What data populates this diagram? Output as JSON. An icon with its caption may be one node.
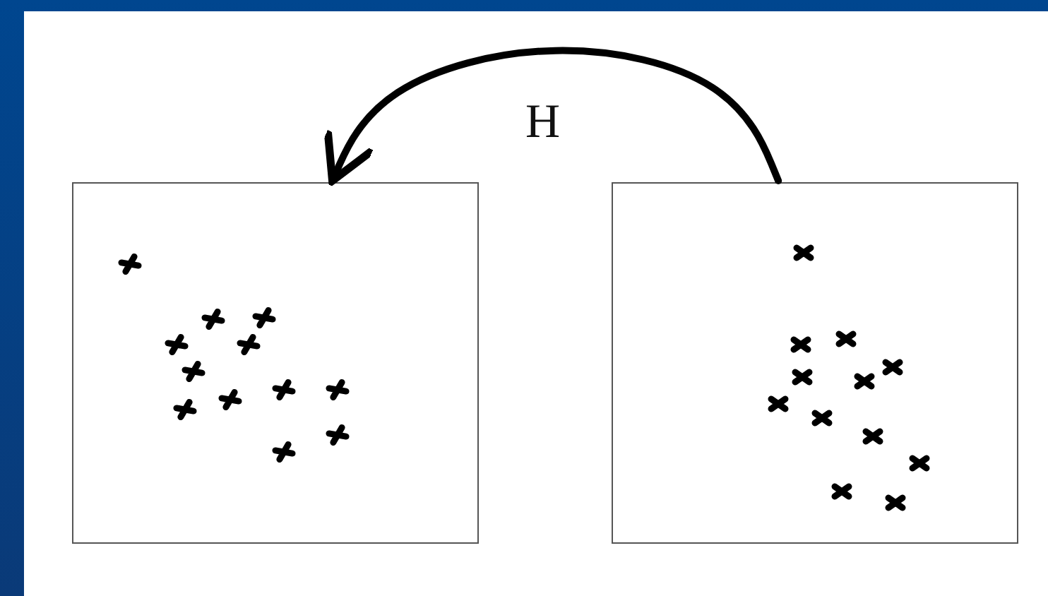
{
  "diagram": {
    "nodes": [
      {
        "text": [],
        "shape": "box"
      },
      {
        "text": [],
        "shape": "box"
      }
    ],
    "edges": [
      {
        "from": 1,
        "to": 0,
        "arrow": "to",
        "label": "H"
      }
    ]
  }
}
